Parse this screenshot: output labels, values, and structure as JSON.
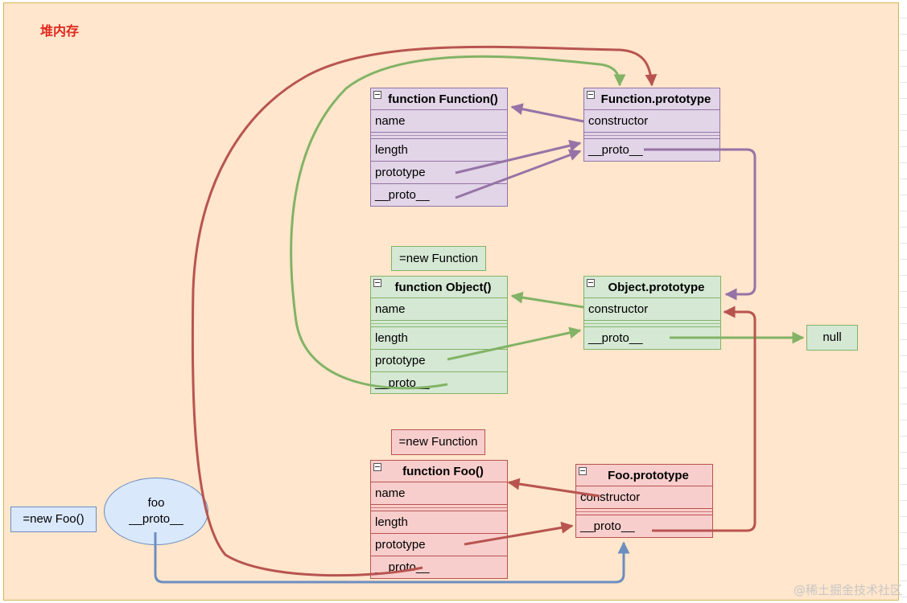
{
  "heap_title": "堆内存",
  "watermark": "@稀土掘金技术社区",
  "colors": {
    "background": "#ffe6cc",
    "purple_fill": "#e1d5e7",
    "purple_stroke": "#9673a6",
    "green_fill": "#d5e8d4",
    "green_stroke": "#82b366",
    "red_fill": "#f8cecc",
    "red_stroke": "#b85450",
    "blue_fill": "#dae8fc",
    "blue_stroke": "#6c8ebf"
  },
  "boxes": {
    "function_function": {
      "title": "function Function()",
      "fields": [
        "name"
      ],
      "methods": [
        "length",
        "prototype",
        "__proto__"
      ]
    },
    "function_prototype": {
      "title": "Function.prototype",
      "fields": [
        "constructor"
      ],
      "methods": [
        "__proto__"
      ]
    },
    "function_object": {
      "title": "function Object()",
      "fields": [
        "name"
      ],
      "methods": [
        "length",
        "prototype",
        "__proto__"
      ]
    },
    "object_prototype": {
      "title": "Object.prototype",
      "fields": [
        "constructor"
      ],
      "methods": [
        "__proto__"
      ]
    },
    "function_foo": {
      "title": "function Foo()",
      "fields": [
        "name"
      ],
      "methods": [
        "length",
        "prototype",
        "__proto__"
      ]
    },
    "foo_prototype": {
      "title": "Foo.prototype",
      "fields": [
        "constructor"
      ],
      "methods": [
        "__proto__"
      ]
    }
  },
  "labels": {
    "new_function_green": "=new Function",
    "new_function_red": "=new Function",
    "new_foo": "=new Foo()",
    "null": "null"
  },
  "foo_instance": {
    "line1": "foo",
    "line2": "__proto__"
  }
}
